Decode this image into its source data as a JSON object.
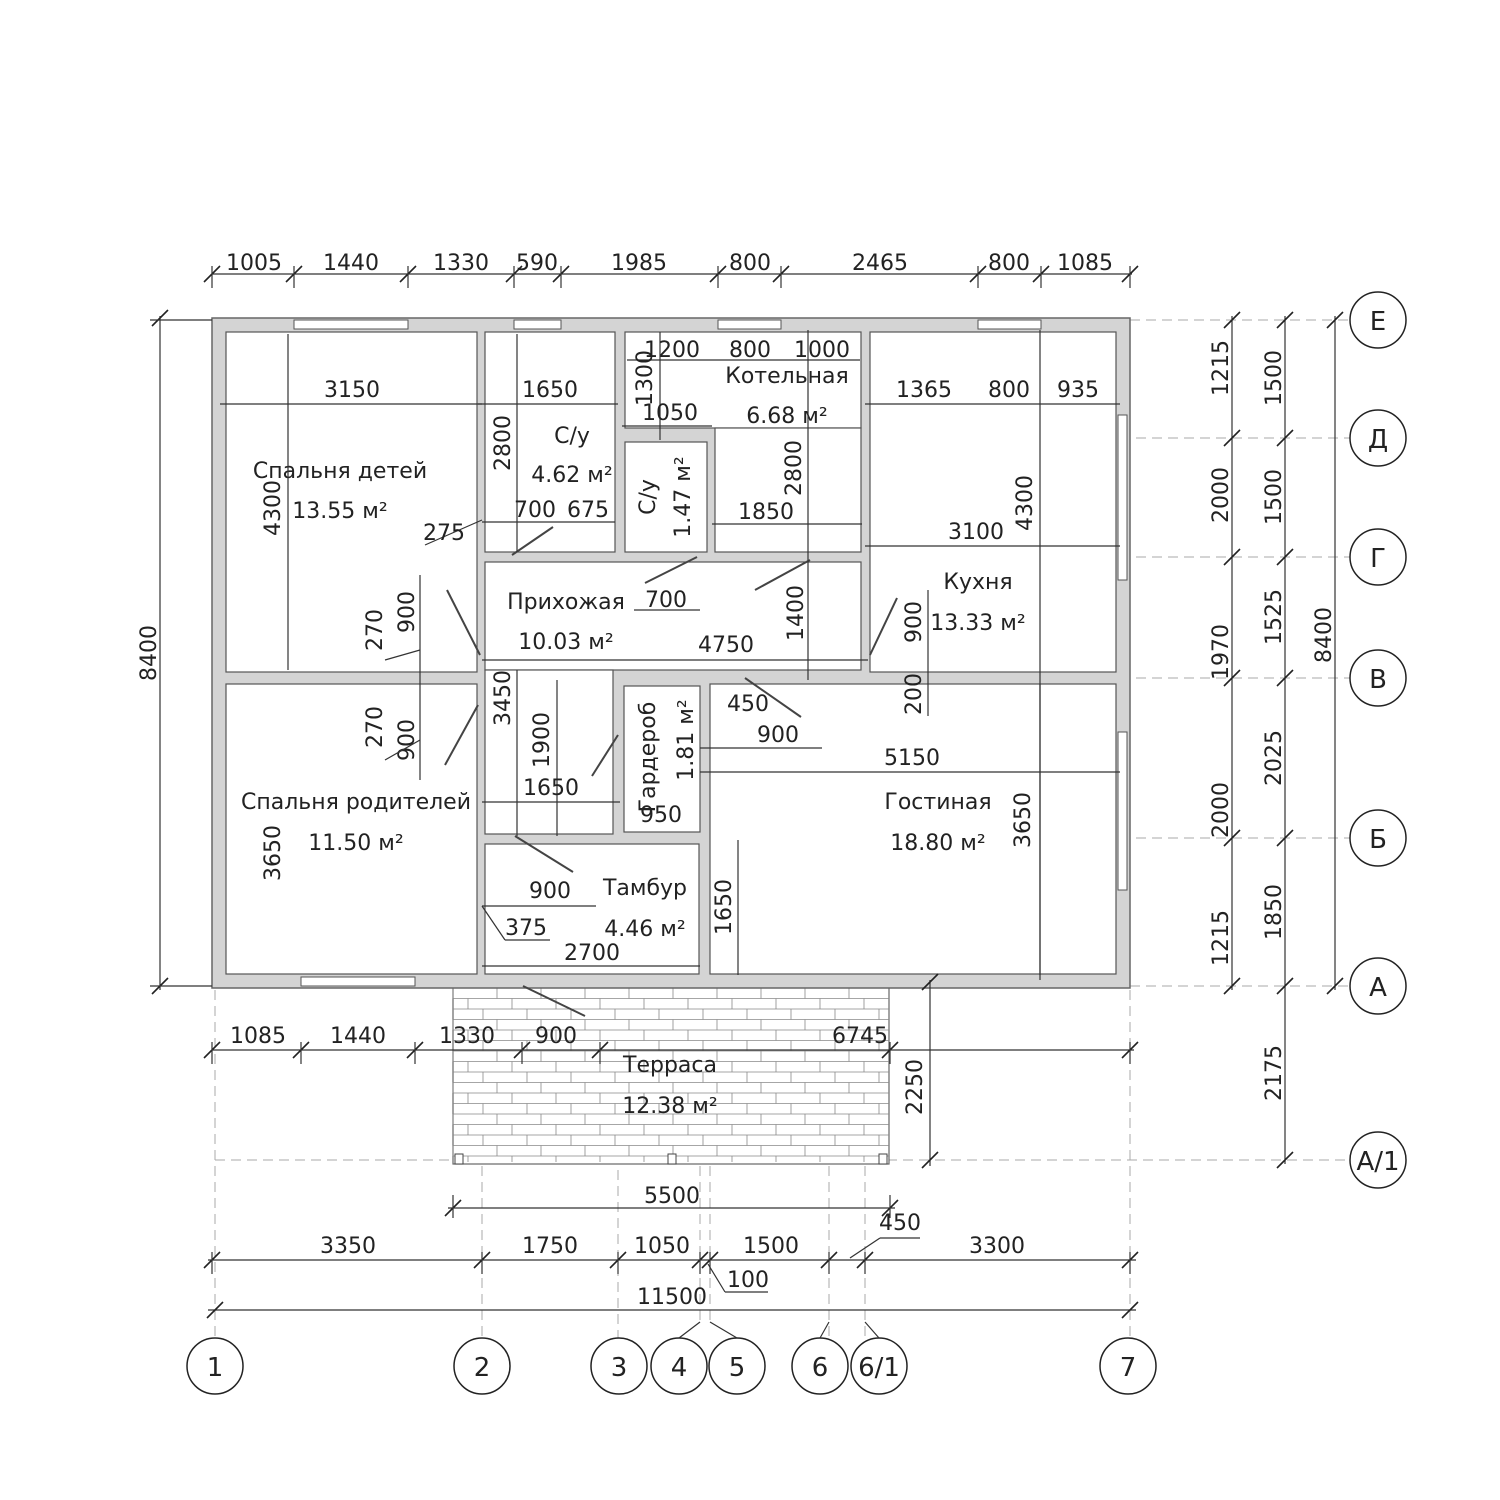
{
  "rooms": {
    "children_bedroom": {
      "name": "Спальня детей",
      "area": "13.55 м²"
    },
    "bathroom1": {
      "name": "С/у",
      "area": "4.62 м²"
    },
    "bathroom2": {
      "name": "С/у",
      "area": "1.47 м²"
    },
    "boiler_room": {
      "name": "Котельная",
      "area": "6.68 м²"
    },
    "hallway": {
      "name": "Прихожая",
      "area": "10.03 м²"
    },
    "kitchen": {
      "name": "Кухня",
      "area": "13.33 м²"
    },
    "parents_bedroom": {
      "name": "Спальня родителей",
      "area": "11.50 м²"
    },
    "wardrobe": {
      "name": "Гардероб",
      "area": "1.81 м²"
    },
    "vestibule": {
      "name": "Тамбур",
      "area": "4.46 м²"
    },
    "living_room": {
      "name": "Гостиная",
      "area": "18.80 м²"
    },
    "terrace": {
      "name": "Терраса",
      "area": "12.38 м²"
    }
  },
  "dimensions": {
    "top": [
      "1005",
      "1440",
      "1330",
      "590",
      "1985",
      "800",
      "2465",
      "800",
      "1085"
    ],
    "bottom_row1": [
      "3350",
      "1750",
      "1050",
      "1500",
      "3300"
    ],
    "bottom_extra": {
      "d450": "450",
      "d100": "100"
    },
    "overall_width": "11500",
    "terrace_width": "5500",
    "terrace_row": [
      "1085",
      "1440",
      "1330",
      "900",
      "6745"
    ],
    "left_total": "8400",
    "right_inner": [
      "1215",
      "2000",
      "1970",
      "2000",
      "1215"
    ],
    "right_mid": [
      "1500",
      "1500",
      "1525",
      "2025",
      "1850",
      "2175"
    ],
    "right_total": "8400",
    "interior": {
      "d3150": "3150",
      "d1650a": "1650",
      "d2800a": "2800",
      "d4300a": "4300",
      "d275": "275",
      "d700a": "700",
      "d675": "675",
      "d1200": "1200",
      "d800a": "800",
      "d1000": "1000",
      "d1300": "1300",
      "d1050": "1050",
      "d2800b": "2800",
      "d1850": "1850",
      "d1365": "1365",
      "d800b": "800",
      "d935": "935",
      "d4300b": "4300",
      "d3100": "3100",
      "d270a": "270",
      "d900a": "900",
      "d700b": "700",
      "d4750": "4750",
      "d1400": "1400",
      "d900b": "900",
      "d200": "200",
      "d270b": "270",
      "d900c": "900",
      "d3450": "3450",
      "d1900": "1900",
      "d1650b": "1650",
      "d950": "950",
      "d450": "450",
      "d900d": "900",
      "d5150": "5150",
      "d3650a": "3650",
      "d3650b": "3650",
      "d900e": "900",
      "d375": "375",
      "d2700": "2700",
      "d1650c": "1650",
      "d2250": "2250"
    }
  },
  "axes": {
    "horizontal": [
      "Е",
      "Д",
      "Г",
      "В",
      "Б",
      "А",
      "А/1"
    ],
    "vertical": [
      "1",
      "2",
      "3",
      "4",
      "5",
      "6",
      "6/1",
      "7"
    ]
  },
  "colors": {
    "wall": "#d4d4d4",
    "line": "#333333",
    "background": "#ffffff"
  }
}
